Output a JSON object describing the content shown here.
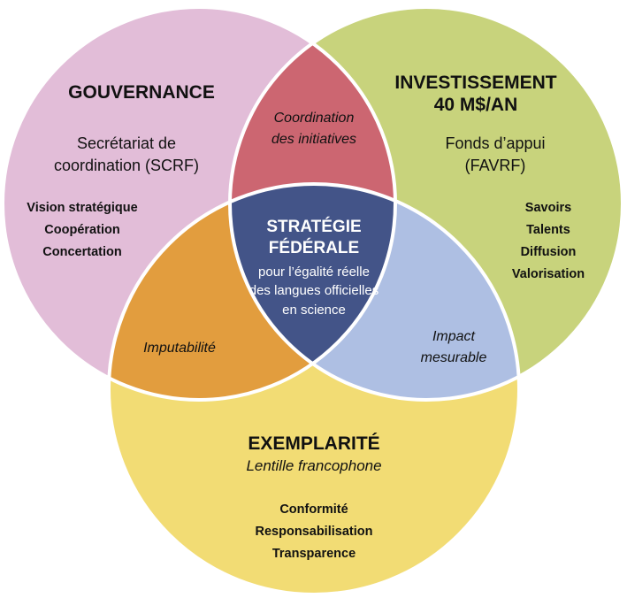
{
  "colors": {
    "gouvernance": "#e2bdd8",
    "investissement": "#c8d37c",
    "exemplarite": "#f2dc74",
    "coordination": "#cc6671",
    "imputabilite": "#e29d3e",
    "impact": "#aebfe3",
    "center": "#435488",
    "outline": "#ffffff"
  },
  "gouvernance": {
    "title": "GOUVERNANCE",
    "subtitle_line1": "Secrétariat de",
    "subtitle_line2": "coordination (SCRF)",
    "items": [
      "Vision stratégique",
      "Coopération",
      "Concertation"
    ]
  },
  "investissement": {
    "title_line1": "INVESTISSEMENT",
    "title_line2": "40 M$/AN",
    "subtitle_line1": "Fonds d’appui",
    "subtitle_line2": "(FAVRF)",
    "items": [
      "Savoirs",
      "Talents",
      "Diffusion",
      "Valorisation"
    ]
  },
  "exemplarite": {
    "title": "EXEMPLARITÉ",
    "subtitle": "Lentille francophone",
    "items": [
      "Conformité",
      "Responsabilisation",
      "Transparence"
    ]
  },
  "overlaps": {
    "coordination_line1": "Coordination",
    "coordination_line2": "des initiatives",
    "imputabilite": "Imputabilité",
    "impact_line1": "Impact",
    "impact_line2": "mesurable"
  },
  "center": {
    "title_line1": "STRATÉGIE",
    "title_line2": "FÉDÉRALE",
    "sub_line1": "pour l’égalité réelle",
    "sub_line2": "des langues officielles",
    "sub_line3": "en science"
  }
}
